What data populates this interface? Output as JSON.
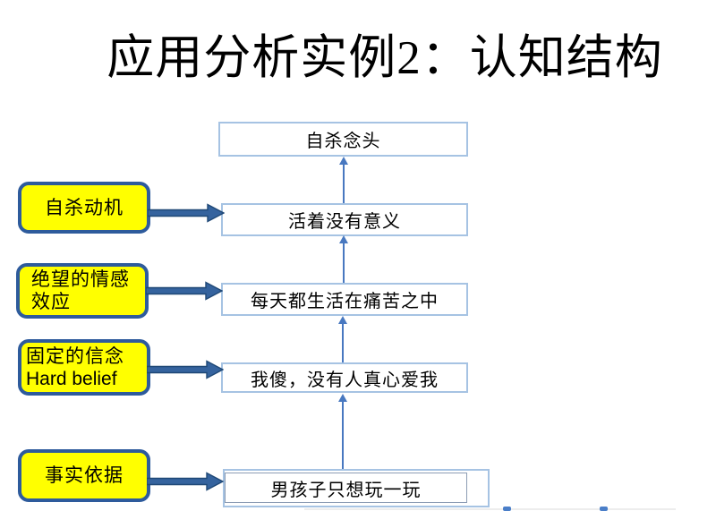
{
  "title": "应用分析实例2：认知结构",
  "flow": {
    "boxes": [
      "自杀念头",
      "活着没有意义",
      "每天都生活在痛苦之中",
      "我傻，没有人真心爱我",
      "男孩子只想玩一玩"
    ]
  },
  "labels": [
    {
      "line1": "自杀动机"
    },
    {
      "line1": "绝望的情感",
      "line2": "效应"
    },
    {
      "line1": "固定的信念",
      "line2": "Hard belief"
    },
    {
      "line1": "事实依据"
    }
  ],
  "colors": {
    "label_fill": "#FFFF00",
    "label_border": "#2E5B9C",
    "flow_box_border": "#A6C3E3",
    "connector_blue": "#4878C0",
    "block_arrow_fill": "#35639E",
    "block_arrow_stroke": "#1F4876"
  }
}
